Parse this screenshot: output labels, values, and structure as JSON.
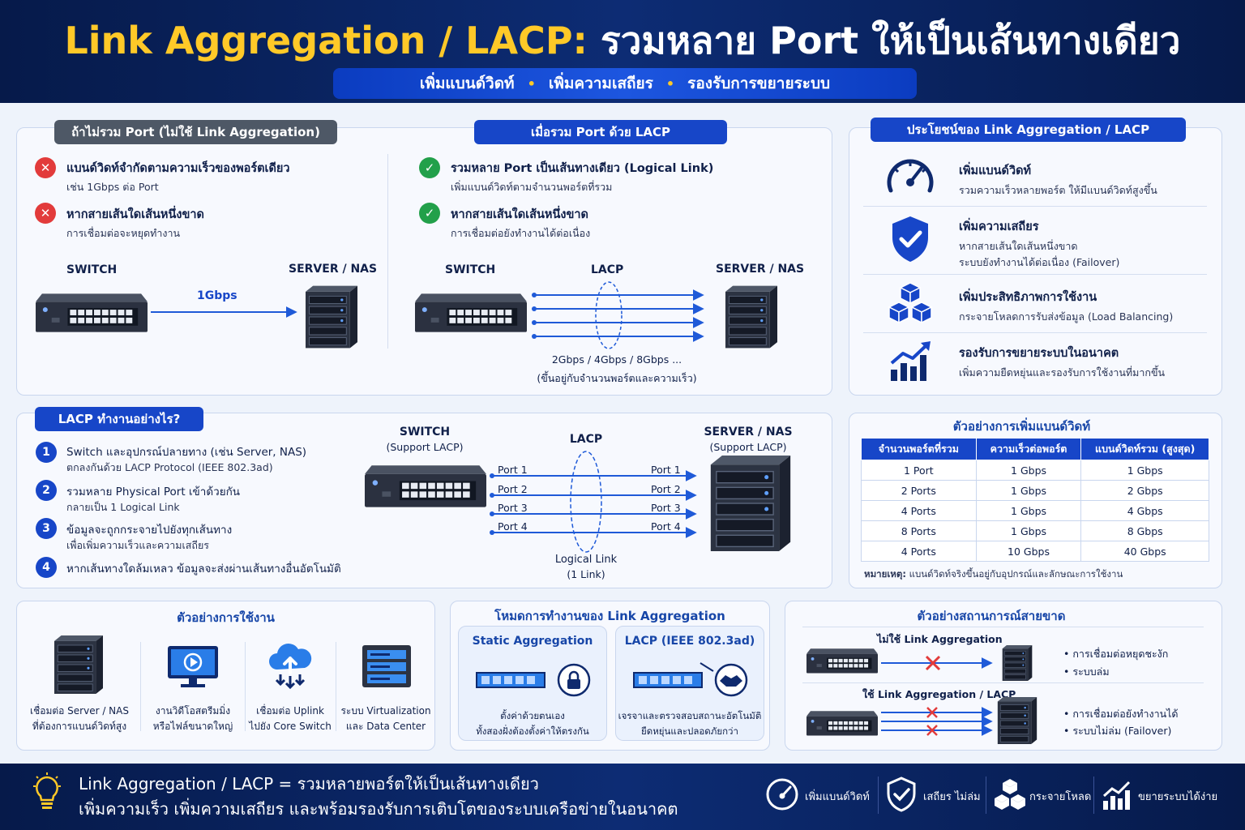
{
  "header": {
    "title_en": "Link Aggregation / LACP:",
    "title_th": "รวมหลาย Port ให้เป็นเส้นทางเดียว",
    "subtitle": [
      "เพิ่มแบนด์วิดท์",
      "เพิ่มความเสถียร",
      "รองรับการขยายระบบ"
    ],
    "subtitle_sep": "•"
  },
  "without": {
    "tab": "ถ้าไม่รวม Port (ไม่ใช้ Link Aggregation)",
    "items": [
      {
        "title": "แบนด์วิดท์จำกัดตามความเร็วของพอร์ตเดียว",
        "desc": "เช่น 1Gbps ต่อ Port"
      },
      {
        "title": "หากสายเส้นใดเส้นหนึ่งขาด",
        "desc": "การเชื่อมต่อจะหยุดทำงาน"
      }
    ],
    "switch_label": "SWITCH",
    "server_label": "SERVER / NAS",
    "link_label": "1Gbps"
  },
  "with": {
    "tab": "เมื่อรวม Port ด้วย LACP",
    "items": [
      {
        "title": "รวมหลาย Port เป็นเส้นทางเดียว (Logical Link)",
        "desc": "เพิ่มแบนด์วิดท์ตามจำนวนพอร์ตที่รวม"
      },
      {
        "title": "หากสายเส้นใดเส้นหนึ่งขาด",
        "desc": "การเชื่อมต่อยังทำงานได้ต่อเนื่อง"
      }
    ],
    "switch_label": "SWITCH",
    "lacp_label": "LACP",
    "server_label": "SERVER / NAS",
    "speed_label": "2Gbps / 4Gbps / 8Gbps ...",
    "speed_note": "(ขึ้นอยู่กับจำนวนพอร์ตและความเร็ว)"
  },
  "benefits": {
    "tab": "ประโยชน์ของ Link Aggregation / LACP",
    "items": [
      {
        "icon": "speedometer-icon",
        "title": "เพิ่มแบนด์วิดท์",
        "desc": [
          "รวมความเร็วหลายพอร์ต ให้มีแบนด์วิดท์สูงขึ้น"
        ]
      },
      {
        "icon": "shield-check-icon",
        "title": "เพิ่มความเสถียร",
        "desc": [
          "หากสายเส้นใดเส้นหนึ่งขาด",
          "ระบบยังทำงานได้ต่อเนื่อง (Failover)"
        ]
      },
      {
        "icon": "cubes-icon",
        "title": "เพิ่มประสิทธิภาพการใช้งาน",
        "desc": [
          "กระจายโหลดการรับส่งข้อมูล (Load Balancing)"
        ]
      },
      {
        "icon": "growth-chart-icon",
        "title": "รองรับการขยายระบบในอนาคต",
        "desc": [
          "เพิ่มความยืดหยุ่นและรองรับการใช้งานที่มากขึ้น"
        ]
      }
    ]
  },
  "how": {
    "tab": "LACP ทำงานอย่างไร?",
    "steps": [
      {
        "n": "1",
        "lines": [
          "Switch และอุปกรณ์ปลายทาง (เช่น Server, NAS)",
          "ตกลงกันด้วย LACP Protocol (IEEE 802.3ad)"
        ]
      },
      {
        "n": "2",
        "lines": [
          "รวมหลาย Physical Port เข้าด้วยกัน",
          "กลายเป็น 1 Logical Link"
        ]
      },
      {
        "n": "3",
        "lines": [
          "ข้อมูลจะถูกกระจายไปยังทุกเส้นทาง",
          "เพื่อเพิ่มความเร็วและความเสถียร"
        ]
      },
      {
        "n": "4",
        "lines": [
          "หากเส้นทางใดล้มเหลว ข้อมูลจะส่งผ่านเส้นทางอื่นอัตโนมัติ"
        ]
      }
    ],
    "switch_label": "SWITCH",
    "switch_sub": "(Support LACP)",
    "lacp_label": "LACP",
    "server_label": "SERVER / NAS",
    "server_sub": "(Support LACP)",
    "ports": [
      "Port 1",
      "Port 2",
      "Port 3",
      "Port 4"
    ],
    "logical_label": "Logical Link",
    "logical_sub": "(1 Link)"
  },
  "bandwidth": {
    "title": "ตัวอย่างการเพิ่มแบนด์วิดท์",
    "headers": [
      "จำนวนพอร์ตที่รวม",
      "ความเร็วต่อพอร์ต",
      "แบนด์วิดท์รวม (สูงสุด)"
    ],
    "rows": [
      [
        "1 Port",
        "1 Gbps",
        "1 Gbps"
      ],
      [
        "2 Ports",
        "1 Gbps",
        "2 Gbps"
      ],
      [
        "4 Ports",
        "1 Gbps",
        "4 Gbps"
      ],
      [
        "8 Ports",
        "1 Gbps",
        "8 Gbps"
      ],
      [
        "4 Ports",
        "10 Gbps",
        "40 Gbps"
      ]
    ],
    "note_label": "หมายเหตุ:",
    "note": "แบนด์วิดท์จริงขึ้นอยู่กับอุปกรณ์และลักษณะการใช้งาน"
  },
  "usecases": {
    "title": "ตัวอย่างการใช้งาน",
    "items": [
      {
        "icon": "server-icon",
        "lines": [
          "เชื่อมต่อ Server / NAS",
          "ที่ต้องการแบนด์วิดท์สูง"
        ]
      },
      {
        "icon": "video-monitor-icon",
        "lines": [
          "งานวิดีโอสตรีมมิ่ง",
          "หรือไฟล์ขนาดใหญ่"
        ]
      },
      {
        "icon": "cloud-uplink-icon",
        "lines": [
          "เชื่อมต่อ Uplink",
          "ไปยัง Core Switch"
        ]
      },
      {
        "icon": "datacenter-rack-icon",
        "lines": [
          "ระบบ Virtualization",
          "และ Data Center"
        ]
      }
    ]
  },
  "modes": {
    "title": "โหมดการทำงานของ Link Aggregation",
    "static": {
      "title": "Static Aggregation",
      "lines": [
        "ตั้งค่าด้วยตนเอง",
        "ทั้งสองฝั่งต้องตั้งค่าให้ตรงกัน"
      ]
    },
    "lacp": {
      "title": "LACP (IEEE 802.3ad)",
      "lines": [
        "เจรจาและตรวจสอบสถานะอัตโนมัติ",
        "ยืดหยุ่นและปลอดภัยกว่า"
      ]
    }
  },
  "failure": {
    "title": "ตัวอย่างสถานการณ์สายขาด",
    "no_la_label": "ไม่ใช้ Link Aggregation",
    "no_la_points": [
      "การเชื่อมต่อหยุดชะงัก",
      "ระบบล่ม"
    ],
    "la_label": "ใช้ Link Aggregation / LACP",
    "la_points": [
      "การเชื่อมต่อยังทำงานได้",
      "ระบบไม่ล่ม (Failover)"
    ]
  },
  "footer": {
    "line1": "Link Aggregation / LACP = รวมหลายพอร์ตให้เป็นเส้นทางเดียว",
    "line2": "เพิ่มความเร็ว เพิ่มความเสถียร และพร้อมรองรับการเติบโตของระบบเครือข่ายในอนาคต",
    "badges": [
      {
        "icon": "speedometer-icon",
        "label": "เพิ่มแบนด์วิดท์"
      },
      {
        "icon": "shield-check-icon",
        "label": "เสถียร ไม่ล่ม"
      },
      {
        "icon": "cubes-icon",
        "label": "กระจายโหลด"
      },
      {
        "icon": "growth-chart-icon",
        "label": "ขยายระบบได้ง่าย"
      }
    ]
  },
  "colors": {
    "accent": "#1746c8",
    "title_yellow": "#ffc928",
    "navy": "#0d2c74",
    "error": "#e23b3b",
    "success": "#22a04a"
  }
}
